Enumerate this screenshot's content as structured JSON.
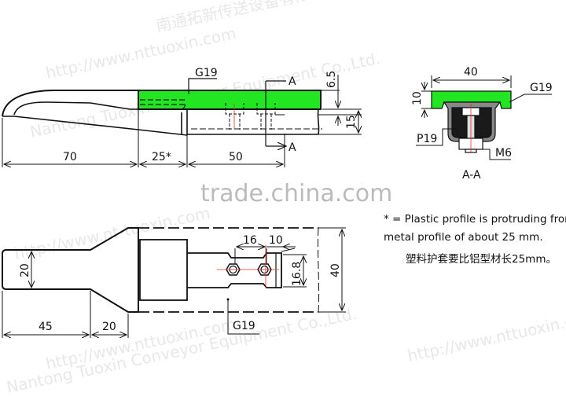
{
  "colors": {
    "plastic": "#22e622",
    "metal_dark": "#1a1a1a",
    "metal_gray": "#888888",
    "centerline": "#e03030"
  },
  "side_view": {
    "dims": {
      "tip": "70",
      "overhang": "25*",
      "body": "50",
      "height_top": "6.5",
      "height_body": "15"
    },
    "label": "G19",
    "section_mark": "A"
  },
  "section_view": {
    "width": "40",
    "height": "10",
    "labels": {
      "plastic": "G19",
      "metal": "P19",
      "bolt": "M6"
    },
    "title": "A-A"
  },
  "top_view": {
    "dims": {
      "tip_width": "20",
      "tip_length": "45",
      "taper_length": "20",
      "hole_pitch": "16",
      "edge": "10",
      "slot_width": "16.8",
      "overall_width": "40"
    },
    "label": "G19"
  },
  "note": {
    "line1": "* = Plastic profile is protruding from",
    "line2": "metal profile of about 25 mm.",
    "line3": "塑料护套要比铝型材长25mm。"
  },
  "watermarks": {
    "company_cn": "南通拓新传送设备有限公司",
    "url1": "http://www.nttuoxin.com",
    "url2": "http://www.nt-tuoxin.com",
    "company_en": "Nantong Tuoxin Conveyor Equipment Co.,Ltd.",
    "site": "trade.china.com"
  }
}
